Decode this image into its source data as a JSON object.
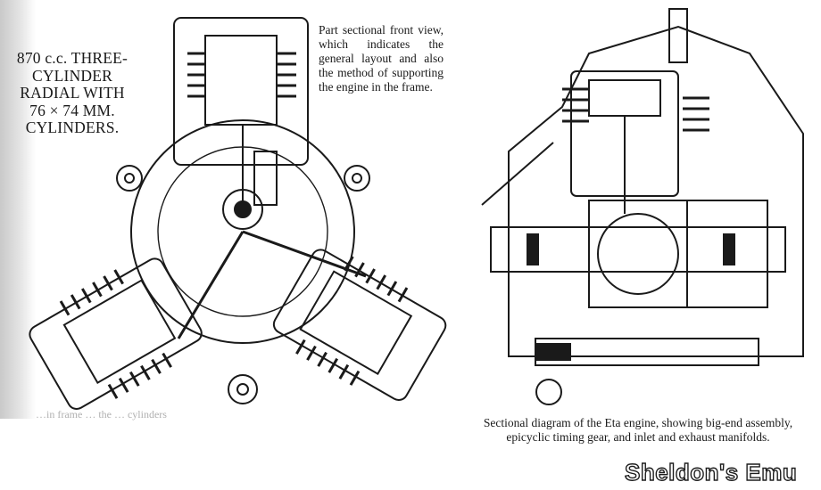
{
  "captions": {
    "spec": "870 c.c. THREE-\nCYLINDER\nRADIAL WITH\n76 × 74 MM.\nCYLINDERS.",
    "front_view": "Part sectional front view, which indicates the general layout and also the method of supporting the engine in the frame.",
    "section": "Sectional diagram of the Eta engine, showing big-end assembly, epicyclic timing gear, and inlet and exhaust manifolds.",
    "faded": "…in frame … the … cylinders"
  },
  "watermark": "Sheldon's Emu",
  "colors": {
    "ink": "#1a1a1a",
    "paper": "#ffffff"
  }
}
